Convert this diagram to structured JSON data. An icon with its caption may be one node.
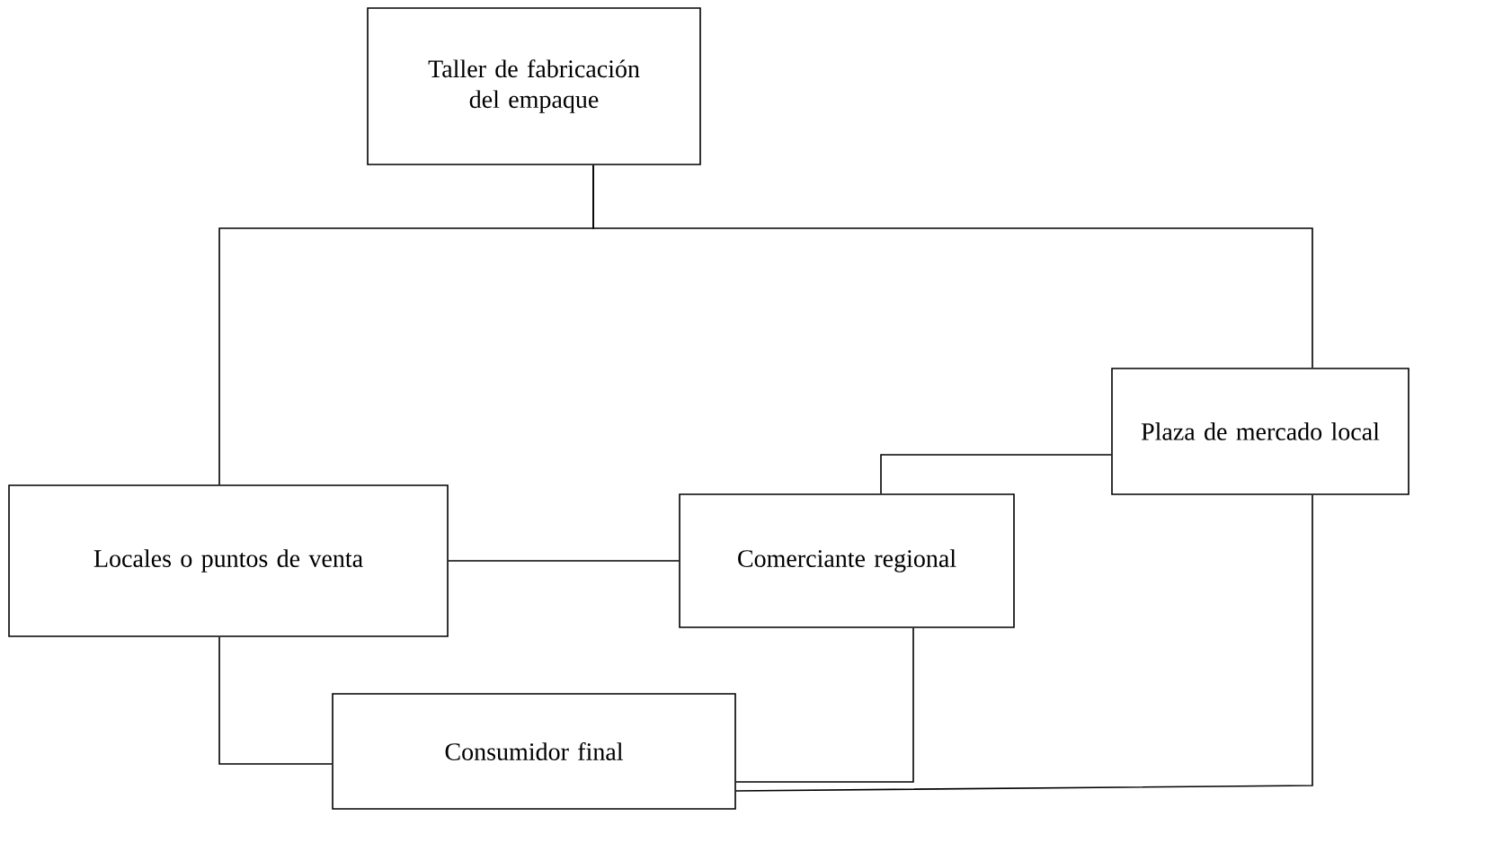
{
  "diagram": {
    "nodes": [
      {
        "text": [
          "Taller de fabricación del empaque"
        ]
      },
      {
        "text": [
          "Plaza de mercado local"
        ]
      },
      {
        "text": [
          "Locales o puntos de venta"
        ]
      },
      {
        "text": [
          "Comerciante regional"
        ]
      },
      {
        "text": [
          "Consumidor final"
        ]
      }
    ],
    "edges": [
      {
        "from": 0,
        "to": 2,
        "arrow": "none"
      },
      {
        "from": 0,
        "to": 1,
        "arrow": "none"
      },
      {
        "from": 1,
        "to": 3,
        "arrow": "none"
      },
      {
        "from": 2,
        "to": 3,
        "arrow": "none"
      },
      {
        "from": 2,
        "to": 4,
        "arrow": "none"
      },
      {
        "from": 3,
        "to": 4,
        "arrow": "none"
      },
      {
        "from": 1,
        "to": 4,
        "arrow": "none"
      }
    ]
  }
}
